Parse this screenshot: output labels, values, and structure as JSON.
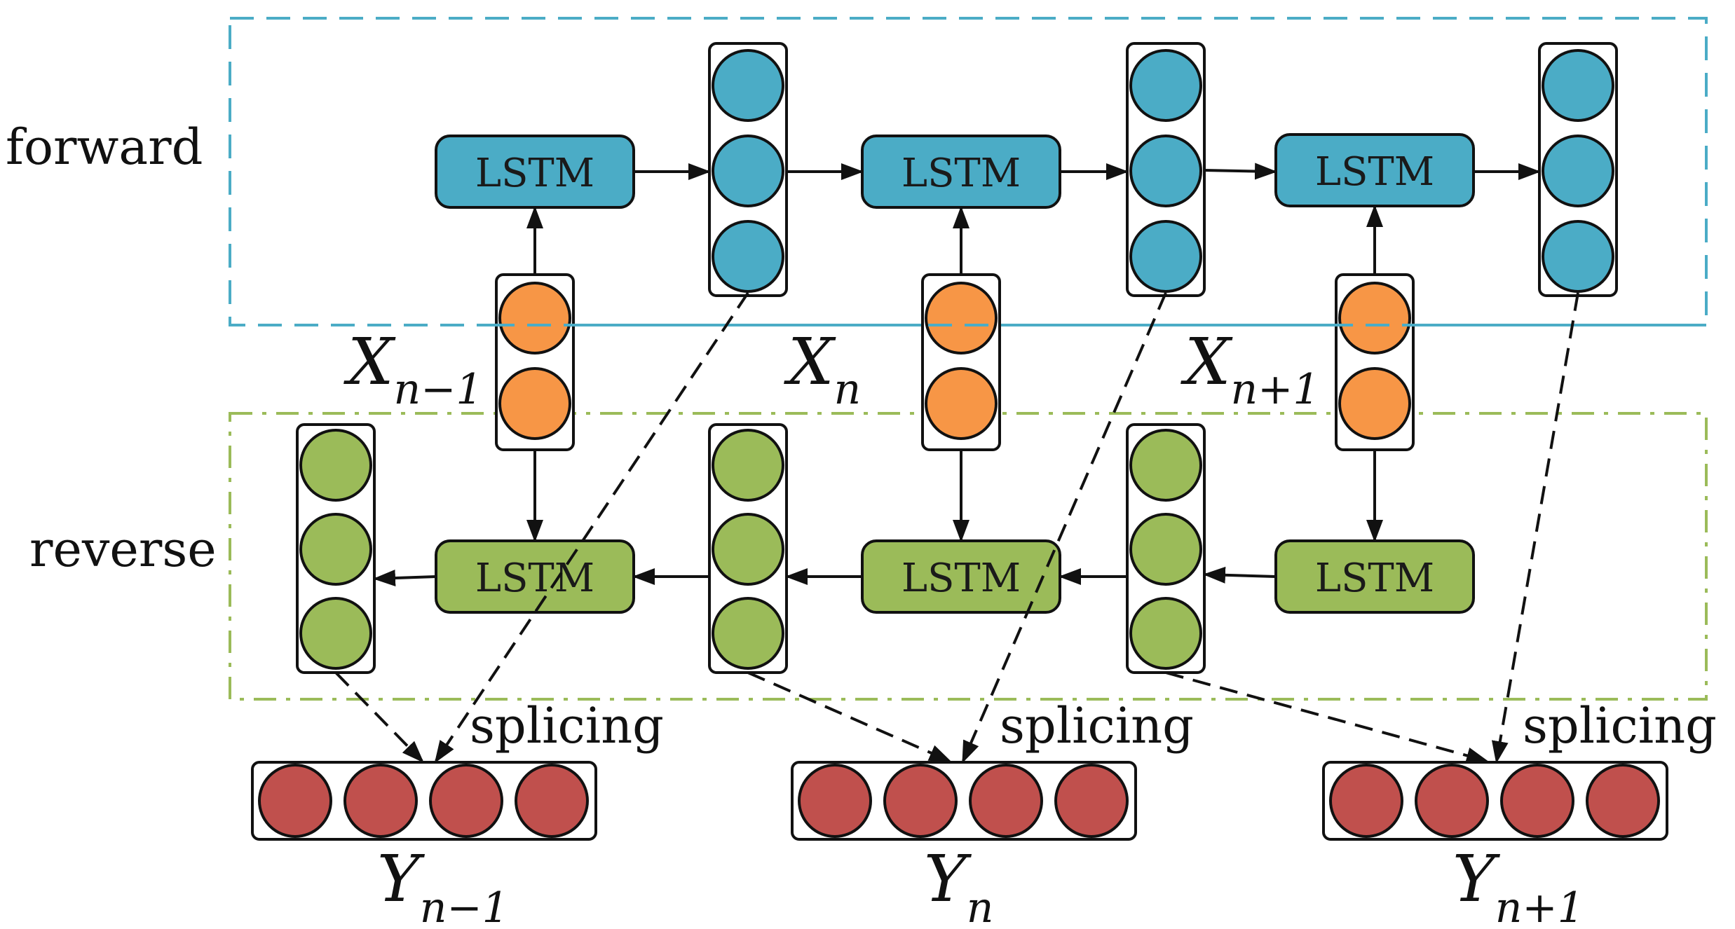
{
  "colors": {
    "forward": "#4BACC6",
    "reverse": "#9BBB59",
    "input": "#F79646",
    "output": "#C0504D",
    "stroke": "#111111",
    "forward_box": "#4BACC6",
    "reverse_box": "#9BBB59"
  },
  "section_labels": {
    "forward": "forward",
    "reverse": "reverse"
  },
  "lstm_label": "LSTM",
  "splicing_label": "splicing",
  "inputs": [
    {
      "base": "X",
      "sub": "n−1"
    },
    {
      "base": "X",
      "sub": "n"
    },
    {
      "base": "X",
      "sub": "n+1"
    }
  ],
  "outputs": [
    {
      "base": "Y",
      "sub": "n−1"
    },
    {
      "base": "Y",
      "sub": "n"
    },
    {
      "base": "Y",
      "sub": "n+1"
    }
  ]
}
